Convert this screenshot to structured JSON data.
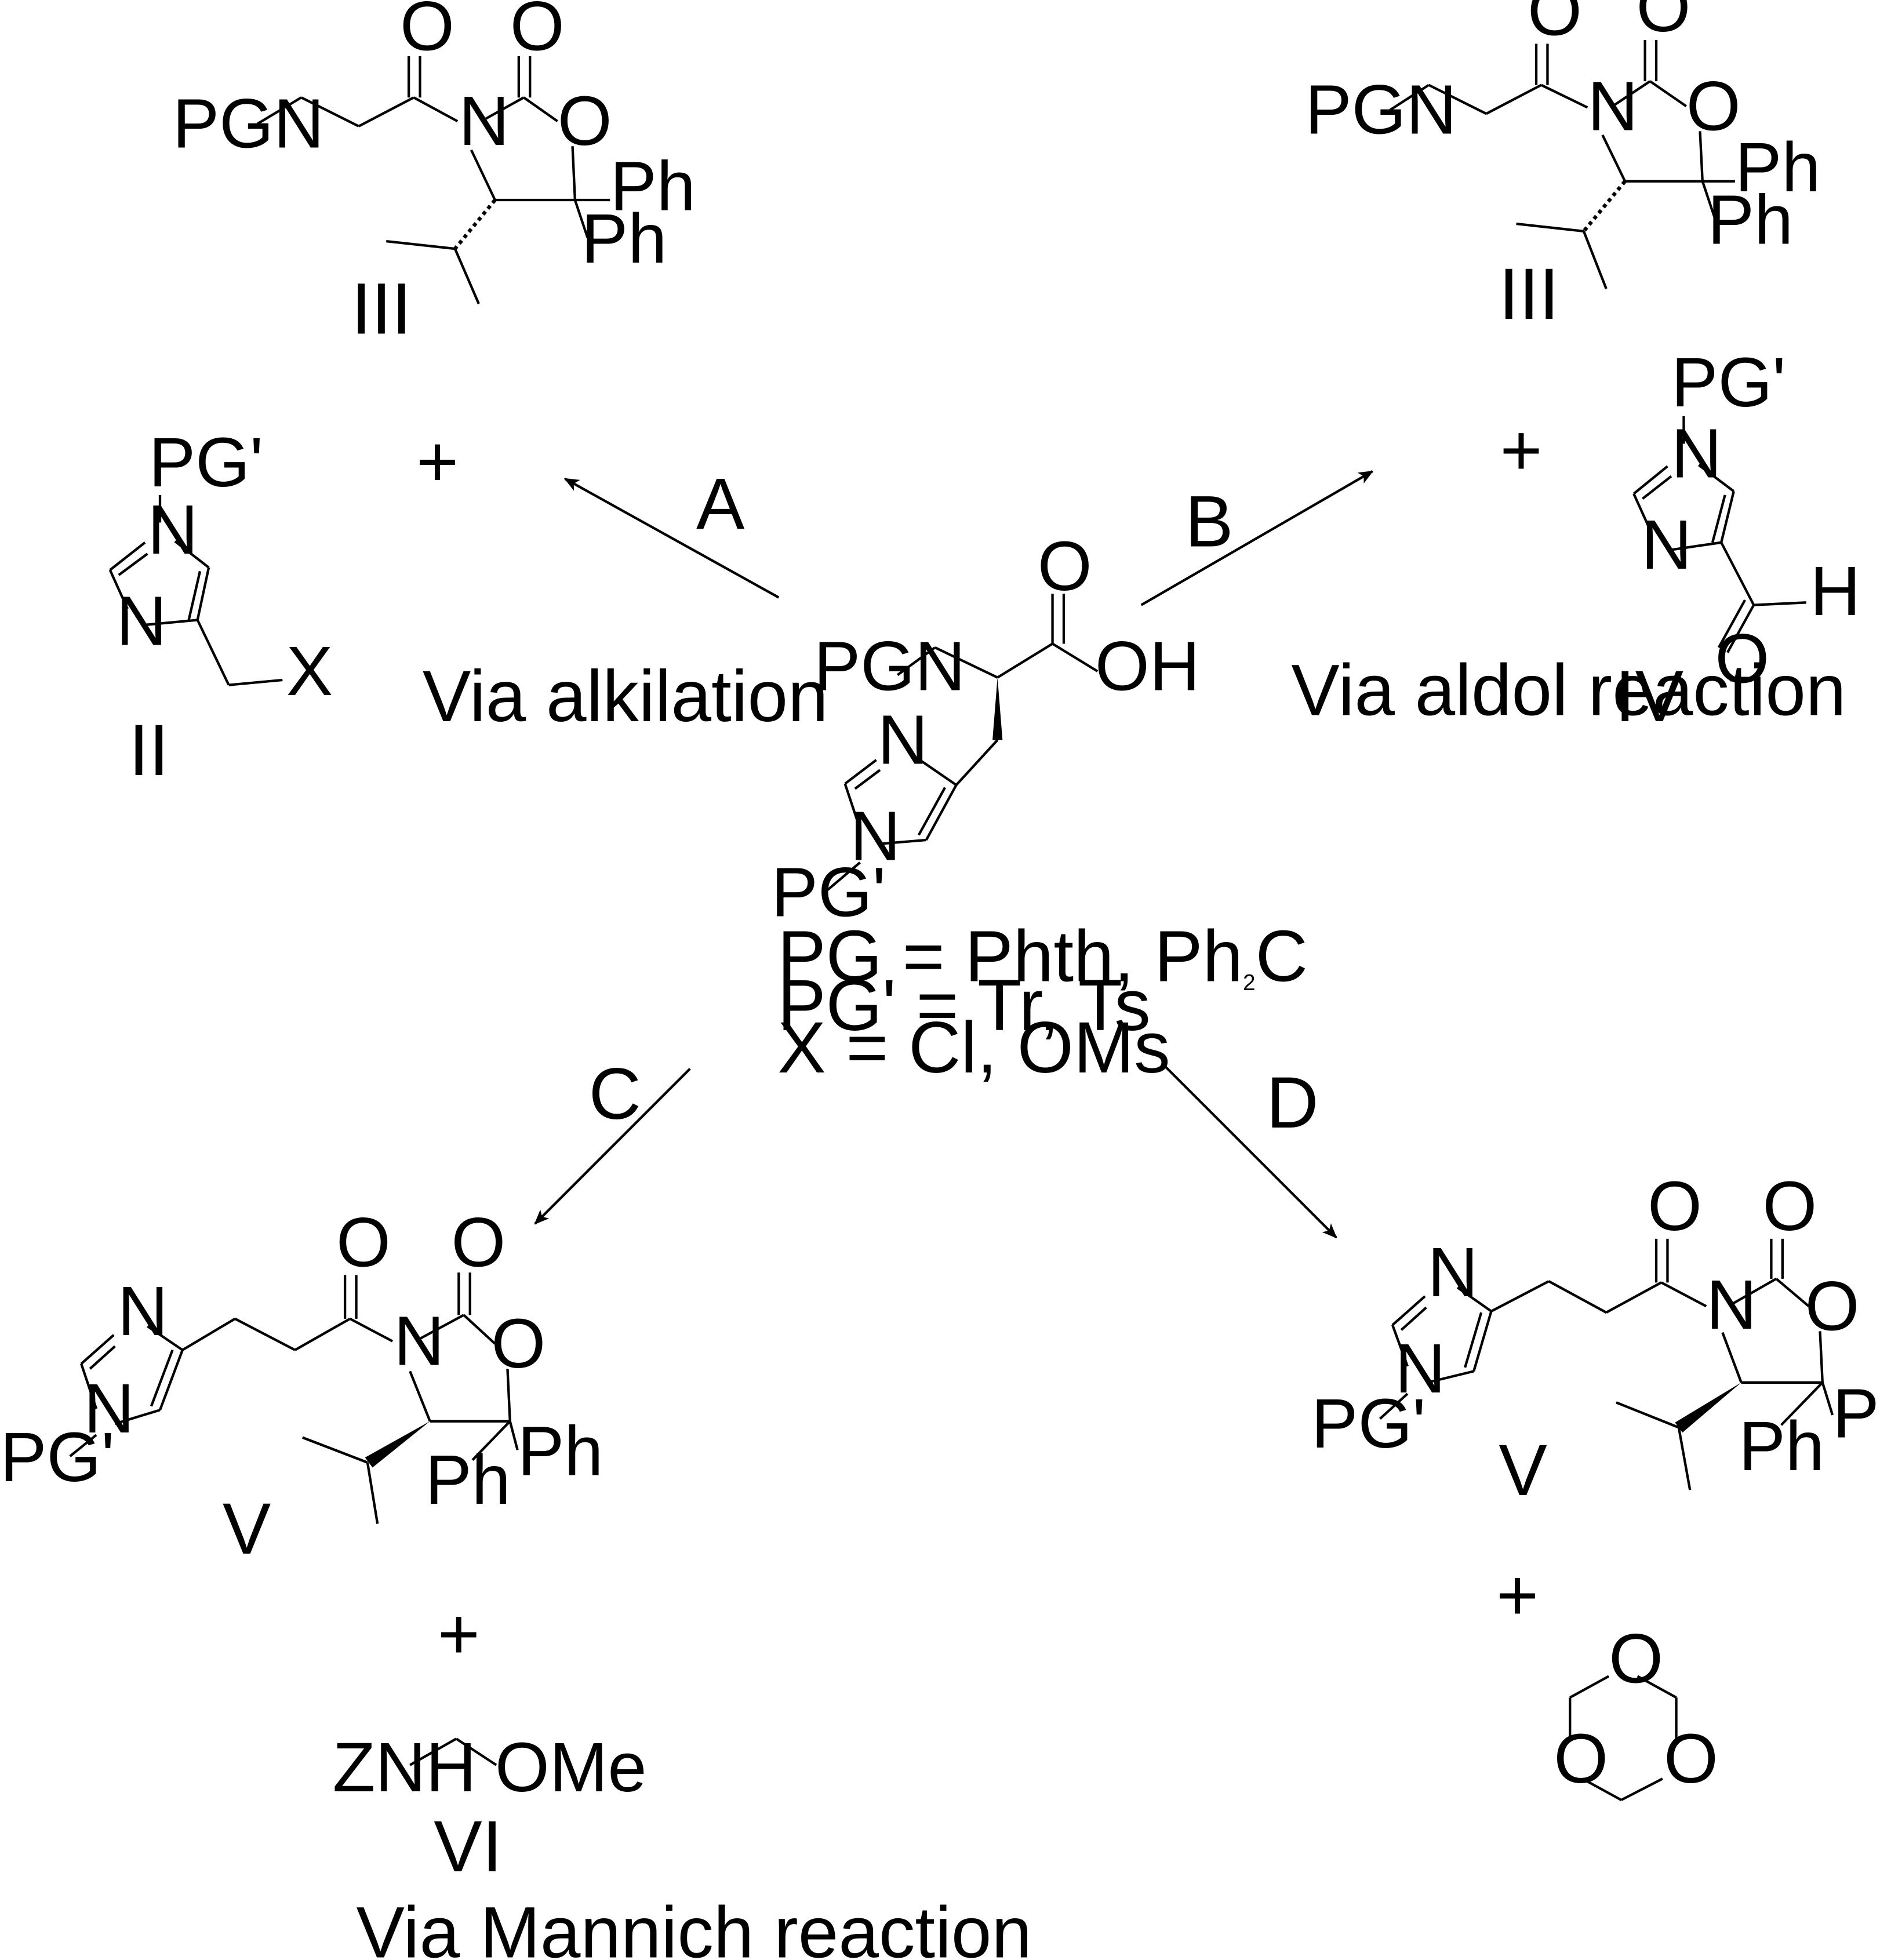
{
  "labels": {
    "compound_III": "III",
    "compound_II": "II",
    "compound_IV": "IV",
    "compound_V": "V",
    "compound_VI": "VI",
    "route_A": "A",
    "route_B": "B",
    "route_C": "C",
    "route_D": "D",
    "plus": "+",
    "via_alkylation": "Via alkilation",
    "via_aldol": "Via aldol reaction",
    "via_mannich": "Via Mannich reaction"
  },
  "definitions": {
    "pg_line_prefix": "PG = Phth, Ph",
    "pg_line_subscript": "2",
    "pg_line_suffix": "C",
    "pgp_line": "PG' = Tr, Ts",
    "x_line": "X = Cl, OMs"
  },
  "atoms": {
    "pgn": "PGN",
    "pg_prime": "PG'",
    "n": "N",
    "o": "O",
    "oh": "OH",
    "h": "H",
    "ph": "Ph",
    "x": "X",
    "znh": "ZNH",
    "ome": "OMe"
  }
}
